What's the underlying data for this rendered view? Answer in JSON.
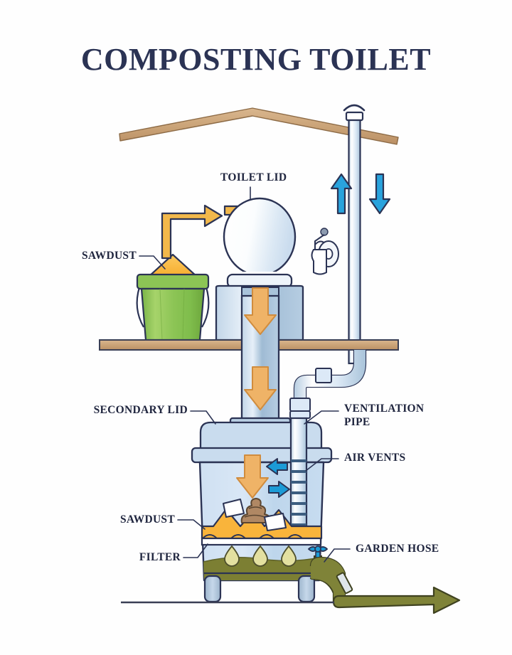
{
  "title": "COMPOSTING TOILET",
  "labels": {
    "toilet_lid": "TOILET LID",
    "sawdust_top": "SAWDUST",
    "secondary_lid": "SECONDARY LID",
    "ventilation_pipe_line1": "VENTILATION",
    "ventilation_pipe_line2": "PIPE",
    "air_vents": "AIR VENTS",
    "sawdust_bottom": "SAWDUST",
    "filter": "FILTER",
    "garden_hose": "GARDEN HOSE"
  },
  "colors": {
    "outline": "#2b3354",
    "title_text": "#2b3354",
    "label_text": "#20263f",
    "wood_beam": "#c9a276",
    "wood_beam_light": "#d9b68e",
    "sawdust_yellow": "#f9b43b",
    "sawdust_yellow_light": "#fbc95f",
    "arrow_orange": "#f2b84b",
    "arrow_orange_dark": "#e2a14a",
    "arrow_blue": "#29a3dd",
    "tank_blue": "#c3daf0",
    "tank_blue_light": "#dce9f7",
    "tank_blue_dark": "#9fbdd8",
    "bucket_green": "#8cc152",
    "bucket_green_dark": "#6aa239",
    "liquid_olive": "#7c7f33",
    "hose_olive": "#7f8338",
    "drop_yellow": "#e3e0a0",
    "waste_brown": "#b08864",
    "paper_white": "#ffffff",
    "ground_line": "#3a3f55"
  },
  "flow_arrows": {
    "sawdust_to_bowl": "arrow-elbow-right",
    "into_bowl": "arrow-elbow-down",
    "down_chute_upper": "arrow-down",
    "down_chute_lower": "arrow-down",
    "into_tank": "arrow-down",
    "vent_up": "arrow-up",
    "vent_down": "arrow-down",
    "air_in_upper": "arrow-left",
    "air_in_lower": "arrow-right",
    "hose_out": "arrow-right"
  },
  "parts": {
    "roof_beam": "roof-beam",
    "floor_beam": "floor-beam",
    "ground": "ground-line",
    "vent_cap": "vent-cap",
    "toilet_paper": "toilet-paper-roll",
    "bucket": "sawdust-bucket",
    "toilet_bowl": "toilet-bowl",
    "chute": "waste-chute",
    "secondary_lid": "secondary-lid",
    "tank": "compost-tank",
    "filter_mesh": "filter-mesh",
    "liquid": "liquid-reservoir",
    "feet": "tank-feet",
    "valve": "hose-valve",
    "hose": "garden-hose",
    "waste": "waste-pile"
  }
}
